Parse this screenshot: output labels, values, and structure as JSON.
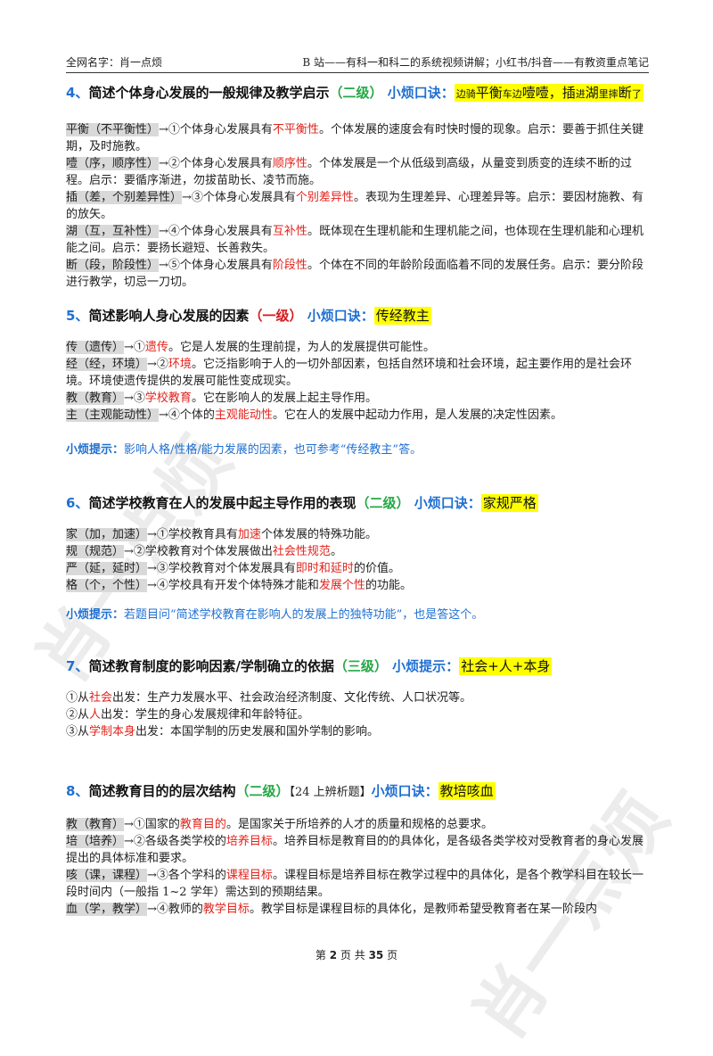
{
  "header": {
    "left": "全网名字：肖一点烦",
    "right": "B 站——有科一和科二的系统视频讲解；小红书/抖音——有教资重点笔记"
  },
  "watermark": "肖一点烦",
  "sections": [
    {
      "num": "4、",
      "title": "简述个体身心发展的一般规律及教学启示",
      "level": "（二级）",
      "tip_label": "小烦口诀：",
      "mnemonic_parts": [
        "边骑",
        "平衡",
        "车边",
        "噎噎",
        "，",
        "插",
        "进",
        "湖",
        "里",
        "摔",
        "断",
        "了"
      ],
      "lines": [
        {
          "key": "平衡（不平衡性）",
          "arrow": "→①个体身心发展具有",
          "red": "不平衡性",
          "rest": "。个体发展的速度会有时快时慢的现象。启示：要善于抓住关键期，及时施教。"
        },
        {
          "key": "噎（序，顺序性）",
          "arrow": "→②个体身心发展具有",
          "red": "顺序性",
          "rest": "。个体发展是一个从低级到高级，从量变到质变的连续不断的过程。启示：要循序渐进，勿拔苗助长、凌节而施。"
        },
        {
          "key": "插（差，个别差异性）",
          "arrow": "→③个体身心发展具有",
          "red": "个别差异性",
          "rest": "。表现为生理差异、心理差异等。启示：要因材施教、有的放矢。"
        },
        {
          "key": "湖（互，互补性）",
          "arrow": "→④个体身心发展具有",
          "red": "互补性",
          "rest": "。既体现在生理机能和生理机能之间，也体现在生理机能和心理机能之间。启示：要扬长避短、长善救失。"
        },
        {
          "key": "断（段，阶段性）",
          "arrow": "→⑤个体身心发展具有",
          "red": "阶段性",
          "rest": "。个体在不同的年龄阶段面临着不同的发展任务。启示：要分阶段进行教学，切忌一刀切。"
        }
      ]
    },
    {
      "num": "5、",
      "title": "简述影响人身心发展的因素",
      "level": "（一级）",
      "tip_label": "小烦口诀：",
      "mnemonic": "传经教主",
      "lines": [
        {
          "key": "传（遗传）",
          "arrow": "→①",
          "red": "遗传",
          "rest": "。它是人发展的生理前提，为人的发展提供可能性。"
        },
        {
          "key": "经（经，环境）",
          "arrow": "→②",
          "red": "环境",
          "rest": "。它泛指影响于人的一切外部因素，包括自然环境和社会环境，起主要作用的是社会环境。环境使遗传提供的发展可能性变成现实。"
        },
        {
          "key": "教（教育）",
          "arrow": "→③",
          "red": "学校教育",
          "rest": "。它在影响人的发展上起主导作用。"
        },
        {
          "key": "主（主观能动性）",
          "arrow": "→④个体的",
          "red": "主观能动性",
          "rest": "。它在人的发展中起动力作用，是人发展的决定性因素。"
        }
      ],
      "tip": {
        "label": "小烦提示：",
        "text": "影响人格/性格/能力发展的因素，也可参考“传经教主”答。"
      }
    },
    {
      "num": "6、",
      "title": "简述学校教育在人的发展中起主导作用的表现",
      "level": "（二级）",
      "tip_label": "小烦口诀：",
      "mnemonic": "家规严格",
      "lines": [
        {
          "key": "家（加，加速）",
          "arrow": "→①学校教育具有",
          "red": "加速",
          "rest": "个体发展的特殊功能。"
        },
        {
          "key": "规（规范）",
          "arrow": "→②学校教育对个体发展做出",
          "red": "社会性规范",
          "rest": "。"
        },
        {
          "key": "严（延，延时）",
          "arrow": "→③学校教育对个体发展具有",
          "red": "即时和延时",
          "rest": "的价值。"
        },
        {
          "key": "格（个，个性）",
          "arrow": "→④学校具有开发个体特殊才能和",
          "red": "发展个性",
          "rest": "的功能。"
        }
      ],
      "tip": {
        "label": "小烦提示：",
        "text": "若题目问“简述学校教育在影响人的发展上的独特功能”，也是答这个。"
      }
    },
    {
      "num": "7、",
      "title": "简述教育制度的影响因素/学制确立的依据",
      "level": "（三级）",
      "tip_label": "小烦提示：",
      "mnemonic": "社会+人+本身",
      "lines": [
        {
          "key": "",
          "arrow": "①从",
          "red": "社会",
          "rest": "出发：生产力发展水平、社会政治经济制度、文化传统、人口状况等。"
        },
        {
          "key": "",
          "arrow": "②从",
          "red": "人",
          "rest": "出发：学生的身心发展规律和年龄特征。"
        },
        {
          "key": "",
          "arrow": "③从",
          "red": "学制本身",
          "rest": "出发：本国学制的历史发展和国外学制的影响。"
        }
      ]
    },
    {
      "num": "8、",
      "title": "简述教育目的的层次结构",
      "level": "（二级）",
      "exam_tag": "【24 上辨析题】",
      "tip_label": "小烦口诀：",
      "mnemonic": "教培咳血",
      "lines": [
        {
          "key": "教（教育）",
          "arrow": "→①国家的",
          "red": "教育目的",
          "rest": "。是国家关于所培养的人才的质量和规格的总要求。"
        },
        {
          "key": "培（培养）",
          "arrow": "→②各级各类学校的",
          "red": "培养目标",
          "rest": "。培养目标是教育目的的具体化，是各级各类学校对受教育者的身心发展提出的具体标准和要求。"
        },
        {
          "key": "咳（课，课程）",
          "arrow": "→③各个学科的",
          "red": "课程目标",
          "rest": "。课程目标是培养目标在教学过程中的具体化，是各个教学科目在较长一段时间内（一般指 1~2 学年）需达到的预期结果。"
        },
        {
          "key": "血（学，教学）",
          "arrow": "→④教师的",
          "red": "教学目标",
          "rest": "。教学目标是课程目标的具体化，是教师希望受教育者在某一阶段内"
        }
      ]
    }
  ],
  "footer": {
    "pre": "第",
    "page": "2",
    "mid": "页 共",
    "total": "35",
    "post": "页"
  }
}
